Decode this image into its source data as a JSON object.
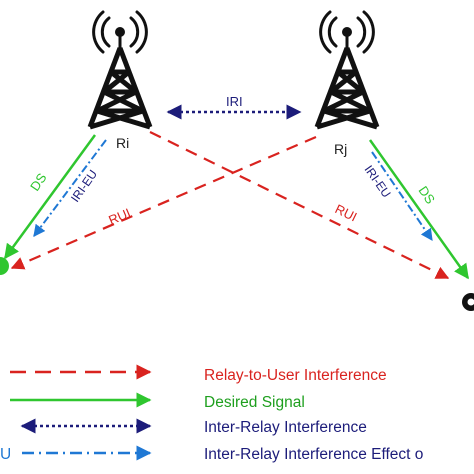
{
  "nodes": {
    "relay_i": "Ri",
    "relay_j": "Rj"
  },
  "links": {
    "iri": "IRI",
    "ds_left": "DS",
    "ds_right": "DS",
    "iri_eu_left": "IRI-EU",
    "iri_eu_right": "IRI-EU",
    "rui_left": "RUI",
    "rui_right": "RUI"
  },
  "legend": {
    "items": [
      {
        "label": "Relay-to-User Interference",
        "color": "#d9231f",
        "style": "dashed"
      },
      {
        "label": "Desired Signal",
        "color": "#1e9f1e",
        "style": "solid"
      },
      {
        "label": "Inter-Relay Interference",
        "color": "#1c1c7a",
        "style": "dotted-double"
      },
      {
        "label": "Inter-Relay Interference Effect o",
        "color": "#1f78d4",
        "style": "dash-dot"
      }
    ],
    "clipped_prefix": "U"
  },
  "colors": {
    "rui": "#d9231f",
    "ds": "#2fc62f",
    "iri": "#1c1c7a",
    "iri_eu": "#1f78d4",
    "tower": "#111111"
  }
}
